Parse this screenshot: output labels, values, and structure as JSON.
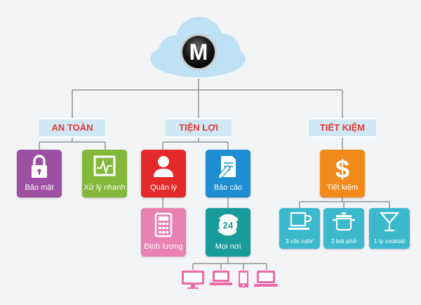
{
  "colors": {
    "line": "#7d7d7d",
    "category_bg": "#cfe8f3",
    "category_text": "#e53935",
    "purple": "#9c4fa3",
    "green": "#84b83a",
    "red": "#e42a2b",
    "blue": "#1d8ed1",
    "pink": "#e880b4",
    "teal": "#199a9b",
    "orange": "#f28a1a",
    "cyan": "#3cb9cd",
    "device": "#ee6aa7"
  },
  "logo": {
    "letter": "M",
    "icon": "cloud-logo-icon"
  },
  "categories": {
    "an_toan": "AN TOÀN",
    "tien_loi": "TIỆN LỢI",
    "tiet_kiem": "TIẾT KIỆM"
  },
  "tiles": {
    "bao_mat": {
      "label": "Bảo mật",
      "icon": "lock-icon"
    },
    "xu_ly_nhanh": {
      "label": "Xử lý nhanh",
      "icon": "monitor-graph-icon"
    },
    "quan_ly": {
      "label": "Quản lý",
      "icon": "user-icon"
    },
    "bao_cao": {
      "label": "Báo cáo",
      "icon": "report-pencil-icon"
    },
    "dinh_luong": {
      "label": "Định lượng",
      "icon": "calculator-icon"
    },
    "moi_noi": {
      "label": "Mọi nơi",
      "icon": "clock-24-icon",
      "badge": "24"
    },
    "tiet_kiem": {
      "label": "Tiết kiệm",
      "icon": "dollar-icon",
      "symbol": "$"
    },
    "coc_cafe": {
      "label": "3 cốc cafe'",
      "icon": "coffee-cup-icon"
    },
    "bat_pho": {
      "label": "2 bát phở",
      "icon": "pot-icon"
    },
    "ly_cocktail": {
      "label": "1 ly cocktail",
      "icon": "cocktail-glass-icon"
    }
  },
  "devices": [
    "desktop-icon",
    "laptop-icon",
    "phone-icon",
    "laptop-icon"
  ]
}
